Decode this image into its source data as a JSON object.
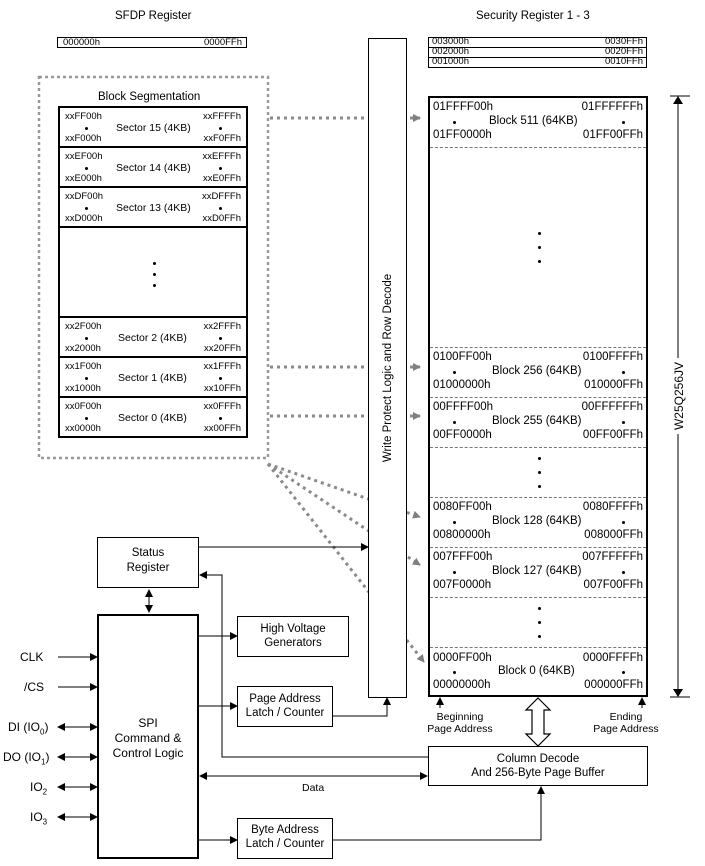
{
  "sfdp": {
    "title": "SFDP Register",
    "start": "000000h",
    "end": "0000FFh"
  },
  "security": {
    "title": "Security Register 1 - 3",
    "rows": [
      {
        "start": "003000h",
        "end": "0030FFh"
      },
      {
        "start": "002000h",
        "end": "0020FFh"
      },
      {
        "start": "001000h",
        "end": "0010FFh"
      }
    ]
  },
  "block_seg": {
    "title": "Block Segmentation",
    "sectors": [
      {
        "tl": "xxFF00h",
        "tr": "xxFFFFh",
        "name": "Sector 15 (4KB)",
        "bl": "xxF000h",
        "br": "xxF0FFh"
      },
      {
        "tl": "xxEF00h",
        "tr": "xxEFFFh",
        "name": "Sector 14 (4KB)",
        "bl": "xxE000h",
        "br": "xxE0FFh"
      },
      {
        "tl": "xxDF00h",
        "tr": "xxDFFFh",
        "name": "Sector 13 (4KB)",
        "bl": "xxD000h",
        "br": "xxD0FFh"
      },
      {
        "tl": "xx2F00h",
        "tr": "xx2FFFh",
        "name": "Sector 2 (4KB)",
        "bl": "xx2000h",
        "br": "xx20FFh"
      },
      {
        "tl": "xx1F00h",
        "tr": "xx1FFFh",
        "name": "Sector 1 (4KB)",
        "bl": "xx1000h",
        "br": "xx10FFh"
      },
      {
        "tl": "xx0F00h",
        "tr": "xx0FFFh",
        "name": "Sector 0 (4KB)",
        "bl": "xx0000h",
        "br": "xx00FFh"
      }
    ]
  },
  "write_protect": "Write Protect Logic and Row Decode",
  "memory": {
    "chip": "W25Q256JV",
    "blocks": [
      {
        "tl": "01FFFF00h",
        "tr": "01FFFFFFh",
        "name": "Block 511 (64KB)",
        "bl": "01FF0000h",
        "br": "01FF00FFh"
      },
      {
        "tl": "0100FF00h",
        "tr": "0100FFFFh",
        "name": "Block 256 (64KB)",
        "bl": "01000000h",
        "br": "010000FFh"
      },
      {
        "tl": "00FFFF00h",
        "tr": "00FFFFFFh",
        "name": "Block 255 (64KB)",
        "bl": "00FF0000h",
        "br": "00FF00FFh"
      },
      {
        "tl": "0080FF00h",
        "tr": "0080FFFFh",
        "name": "Block 128 (64KB)",
        "bl": "00800000h",
        "br": "008000FFh"
      },
      {
        "tl": "007FFF00h",
        "tr": "007FFFFFh",
        "name": "Block 127 (64KB)",
        "bl": "007F0000h",
        "br": "007F00FFh"
      },
      {
        "tl": "0000FF00h",
        "tr": "0000FFFFh",
        "name": "Block 0 (64KB)",
        "bl": "00000000h",
        "br": "000000FFh"
      }
    ]
  },
  "status": {
    "line1": "Status",
    "line2": "Register"
  },
  "spi": {
    "line1": "SPI",
    "line2": "Command &",
    "line3": "Control Logic"
  },
  "hv": {
    "line1": "High Voltage",
    "line2": "Generators"
  },
  "page_addr": {
    "line1": "Page Address",
    "line2": "Latch / Counter"
  },
  "byte_addr": {
    "line1": "Byte Address",
    "line2": "Latch / Counter"
  },
  "col_decode": {
    "line1": "Column Decode",
    "line2": "And 256-Byte Page Buffer"
  },
  "begin_addr": {
    "line1": "Beginning",
    "line2": "Page Address"
  },
  "end_addr": {
    "line1": "Ending",
    "line2": "Page Address"
  },
  "data_label": "Data",
  "pins": [
    {
      "name": "CLK",
      "sub": ""
    },
    {
      "name": "/CS",
      "sub": ""
    },
    {
      "name": "DI (IO",
      "sub": "0",
      "tail": ")"
    },
    {
      "name": "DO (IO",
      "sub": "1",
      "tail": ")"
    },
    {
      "name": "IO",
      "sub": "2",
      "tail": ""
    },
    {
      "name": "IO",
      "sub": "3",
      "tail": ""
    }
  ]
}
